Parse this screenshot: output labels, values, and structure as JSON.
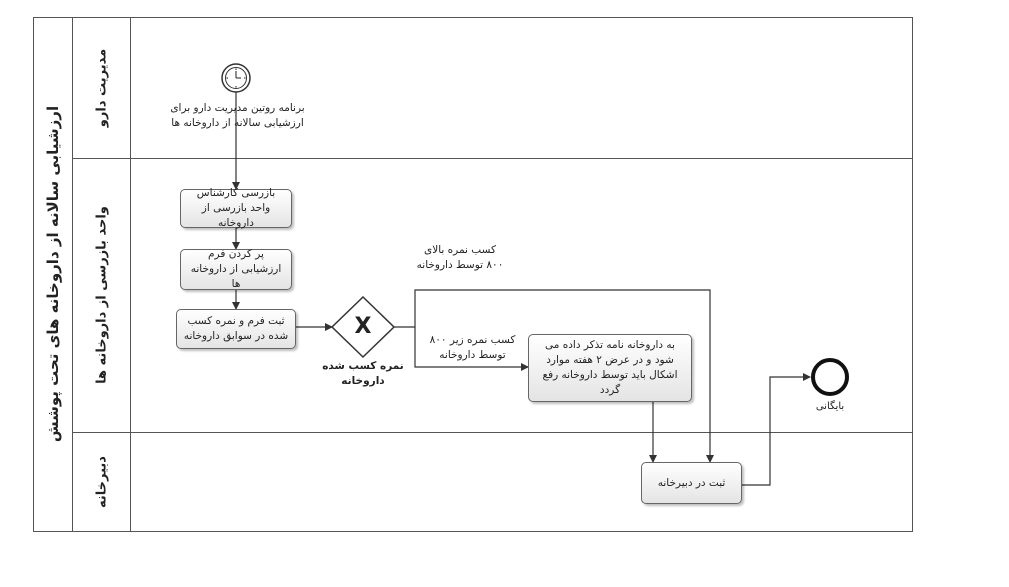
{
  "pool": {
    "title": "ارزشیابی سالانه از داروخانه های تحت پوشش"
  },
  "lanes": [
    {
      "name": "مدیریت دارو"
    },
    {
      "name": "واحد بازرسی از داروخانه ها"
    },
    {
      "name": "دبیرخانه"
    }
  ],
  "events": {
    "start_label_line1": "برنامه روتین مدیریت دارو برای",
    "start_label_line2": "ارزشیابی سالانه از داروخانه ها",
    "start_icon": "clock-icon",
    "end_label": "بایگانی"
  },
  "tasks": {
    "inspection": "بازرسی کارشناس واحد بازرسی از داروخانه",
    "fill_form": "پر کردن فرم ارزشیابی از داروخانه ها",
    "record": "ثبت فرم و نمره کسب شده در سوابق داروخانه",
    "warning": "به داروخانه نامه تذکر داده می شود و در عرض ۲ هفته موارد اشکال باید توسط داروخانه رفع گردد",
    "secretariat": "ثبت در دبیرخانه"
  },
  "gateway": {
    "label_line1": "نمره کسب شده",
    "label_line2": "داروخانه",
    "symbol": "X"
  },
  "flows": {
    "above_line1": "کسب نمره بالای",
    "above_line2": "۸۰۰ توسط داروخانه",
    "below_line1": "کسب نمره زیر ۸۰۰",
    "below_line2": "توسط داروخانه"
  }
}
